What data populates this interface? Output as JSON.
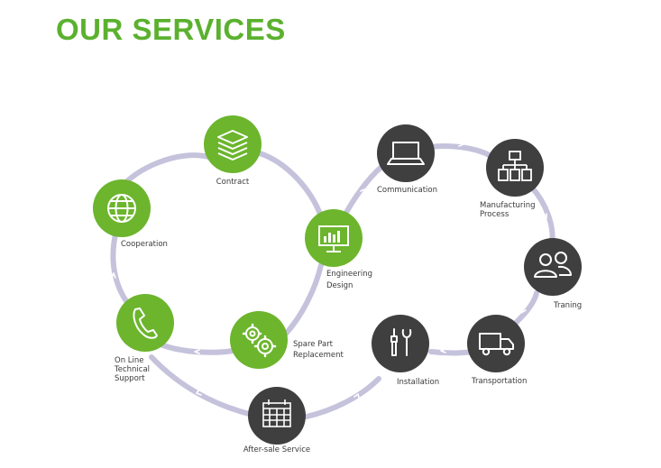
{
  "title": "OUR SERVICES",
  "colors": {
    "title": "#5bb12f",
    "green_node": "#6cb52d",
    "dark_node": "#3f3f3f",
    "track": "#c5c2dc",
    "label": "#3a3a3a"
  },
  "nodes": [
    {
      "id": "contract",
      "icon": "layers-icon",
      "style": "green",
      "label": [
        "Contract"
      ]
    },
    {
      "id": "cooperation",
      "icon": "globe-icon",
      "style": "green",
      "label": [
        "Cooperation"
      ]
    },
    {
      "id": "online-technical-support",
      "icon": "phone-icon",
      "style": "green",
      "label": [
        "On Line",
        "Technical",
        "Support"
      ]
    },
    {
      "id": "engineering-design",
      "icon": "monitor-chart-icon",
      "style": "green",
      "label": [
        "Engineering",
        "Design"
      ]
    },
    {
      "id": "spare-part-replacement",
      "icon": "gears-icon",
      "style": "green",
      "label": [
        "Spare Part",
        "Replacement"
      ]
    },
    {
      "id": "after-sale-service",
      "icon": "calendar-icon",
      "style": "dark",
      "label": [
        "After-sale Service"
      ]
    },
    {
      "id": "communication",
      "icon": "laptop-icon",
      "style": "dark",
      "label": [
        "Communication"
      ]
    },
    {
      "id": "manufacturing-process",
      "icon": "org-chart-icon",
      "style": "dark",
      "label": [
        "Manufacturing",
        "Process"
      ]
    },
    {
      "id": "traning",
      "icon": "users-icon",
      "style": "dark",
      "label": [
        "Traning"
      ]
    },
    {
      "id": "transportation",
      "icon": "truck-icon",
      "style": "dark",
      "label": [
        "Transportation"
      ]
    },
    {
      "id": "installation",
      "icon": "tools-icon",
      "style": "dark",
      "label": [
        "Installation"
      ]
    }
  ]
}
